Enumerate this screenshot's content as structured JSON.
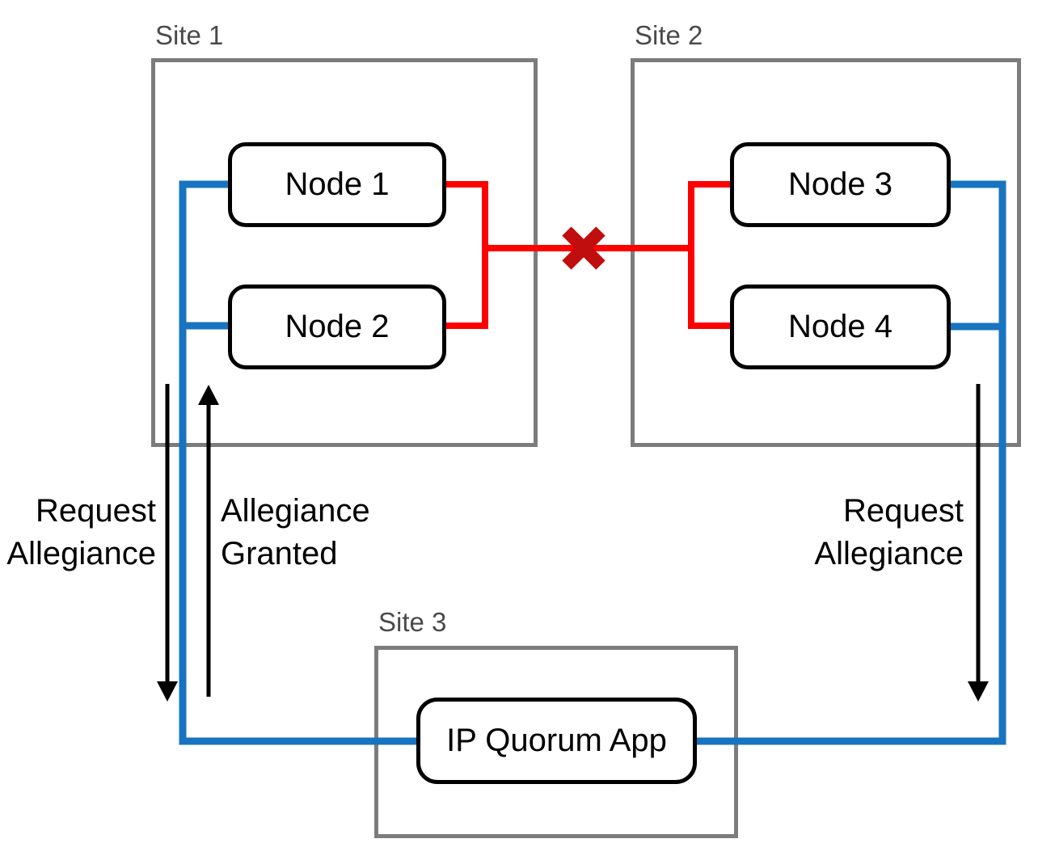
{
  "diagram": {
    "title_hint": "Stretched cluster with IP quorum tie-breaker after inter-site link failure",
    "sites": [
      {
        "label": "Site 1"
      },
      {
        "label": "Site 2"
      },
      {
        "label": "Site 3"
      }
    ],
    "nodes": [
      {
        "label": "Node 1"
      },
      {
        "label": "Node 2"
      },
      {
        "label": "Node 3"
      },
      {
        "label": "Node 4"
      },
      {
        "label": "IP Quorum App"
      }
    ],
    "annotations": {
      "request_left": {
        "lines": [
          "Request",
          "Allegiance"
        ],
        "direction": "down"
      },
      "granted_left": {
        "lines": [
          "Allegiance",
          "Granted"
        ],
        "direction": "up"
      },
      "request_right": {
        "lines": [
          "Request",
          "Allegiance"
        ],
        "direction": "down"
      }
    },
    "colors": {
      "link_up": "#1874C0",
      "link_broken": "#FF0000",
      "broken_marker": "#C00D0D",
      "site_border": "#7C7C7C",
      "site_label": "#4A4A4A",
      "node_border": "#000000",
      "arrow": "#000000"
    }
  }
}
